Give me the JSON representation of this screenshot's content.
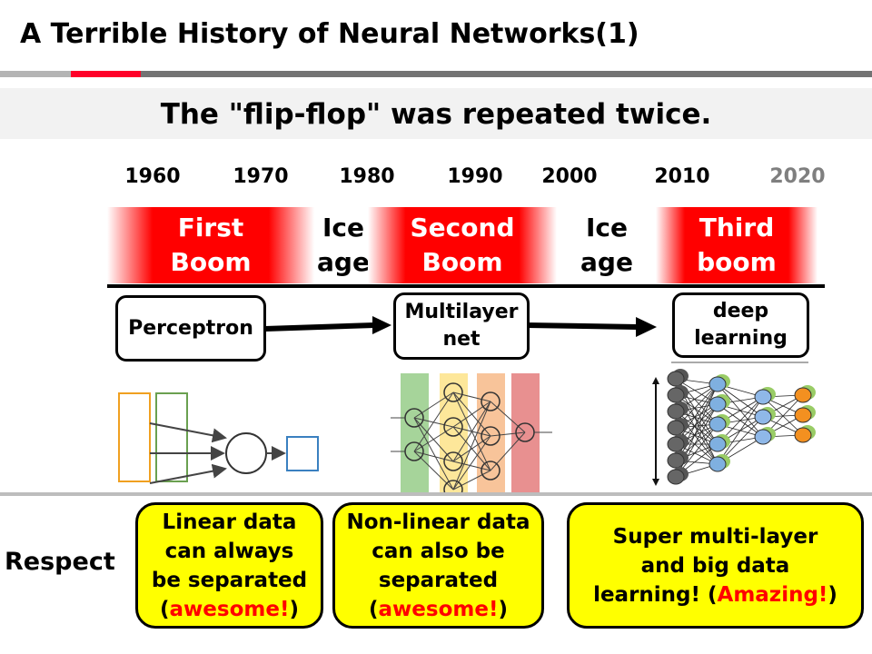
{
  "title": "A Terrible History of Neural Networks(1)",
  "subtitle": "The \"flip-flop\" was repeated twice.",
  "years": [
    "1960",
    "1970",
    "1980",
    "1990",
    "2000",
    "2010",
    "2020"
  ],
  "periods": {
    "first_boom": [
      "First",
      "Boom"
    ],
    "ice_age_1": [
      "Ice",
      "age"
    ],
    "second_boom": [
      "Second",
      "Boom"
    ],
    "ice_age_2": [
      "Ice",
      "age"
    ],
    "third_boom": [
      "Third",
      "boom"
    ]
  },
  "models": {
    "perceptron": "Perceptron",
    "multilayer": [
      "Multilayer",
      "net"
    ],
    "deep": [
      "deep",
      "learning"
    ]
  },
  "respect_label": "Respect",
  "notes": [
    {
      "lines": [
        "Linear data",
        "can always",
        "be separated"
      ],
      "open": "(",
      "highlight": "awesome!",
      "close": ")"
    },
    {
      "lines": [
        "Non-linear data",
        "can also be",
        "separated"
      ],
      "open": "(",
      "highlight": "awesome!",
      "close": ")"
    },
    {
      "lines": [
        "Super multi-layer",
        "and big data"
      ],
      "last_prefix": "learning! (",
      "highlight": "Amazing!",
      "close": ")"
    }
  ],
  "colors": {
    "accent": "#ff0000",
    "note_bg": "#ffff00",
    "year_future": "#7f7f7f"
  }
}
